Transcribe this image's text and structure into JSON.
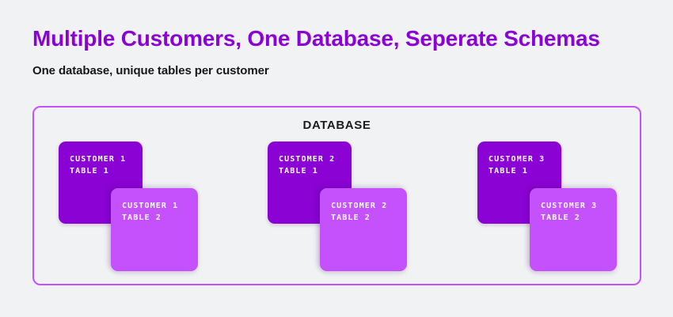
{
  "header": {
    "title": "Multiple Customers, One Database, Seperate Schemas",
    "subtitle": "One database, unique tables per customer"
  },
  "diagram": {
    "container_label": "DATABASE",
    "colors": {
      "background": "#f1f2f4",
      "accent_dark": "#8a03d4",
      "accent_light": "#c451fb",
      "title": "#8a03d4",
      "subtitle": "#17181a",
      "card_text": "#ffffff"
    },
    "groups": [
      {
        "name": "customer-1",
        "back_card": {
          "line1": "CUSTOMER 1",
          "line2": "TABLE 1"
        },
        "front_card": {
          "line1": "CUSTOMER 1",
          "line2": "TABLE 2"
        }
      },
      {
        "name": "customer-2",
        "back_card": {
          "line1": "CUSTOMER 2",
          "line2": "TABLE 1"
        },
        "front_card": {
          "line1": "CUSTOMER 2",
          "line2": "TABLE 2"
        }
      },
      {
        "name": "customer-3",
        "back_card": {
          "line1": "CUSTOMER 3",
          "line2": "TABLE 1"
        },
        "front_card": {
          "line1": "CUSTOMER 3",
          "line2": "TABLE 2"
        }
      }
    ]
  }
}
